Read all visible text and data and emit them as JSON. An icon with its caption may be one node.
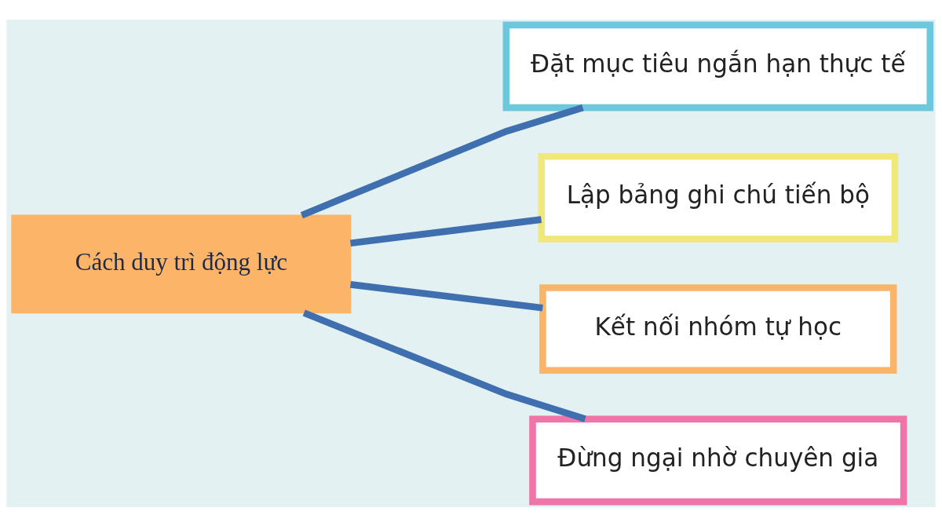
{
  "diagram": {
    "nodes": [
      {
        "text": [
          "Cách duy trì động lực"
        ]
      },
      {
        "text": [
          "Đặt mục tiêu ngắn hạn thực tế"
        ]
      },
      {
        "text": [
          "Lập bảng ghi chú tiến bộ"
        ]
      },
      {
        "text": [
          "Kết nối nhóm tự học"
        ]
      },
      {
        "text": [
          "Đừng ngại nhờ chuyên gia"
        ]
      }
    ],
    "edges": [
      {
        "from": 0,
        "to": 1,
        "arrow": "none"
      },
      {
        "from": 0,
        "to": 2,
        "arrow": "none"
      },
      {
        "from": 0,
        "to": 3,
        "arrow": "none"
      },
      {
        "from": 0,
        "to": 4,
        "arrow": "none"
      }
    ]
  }
}
